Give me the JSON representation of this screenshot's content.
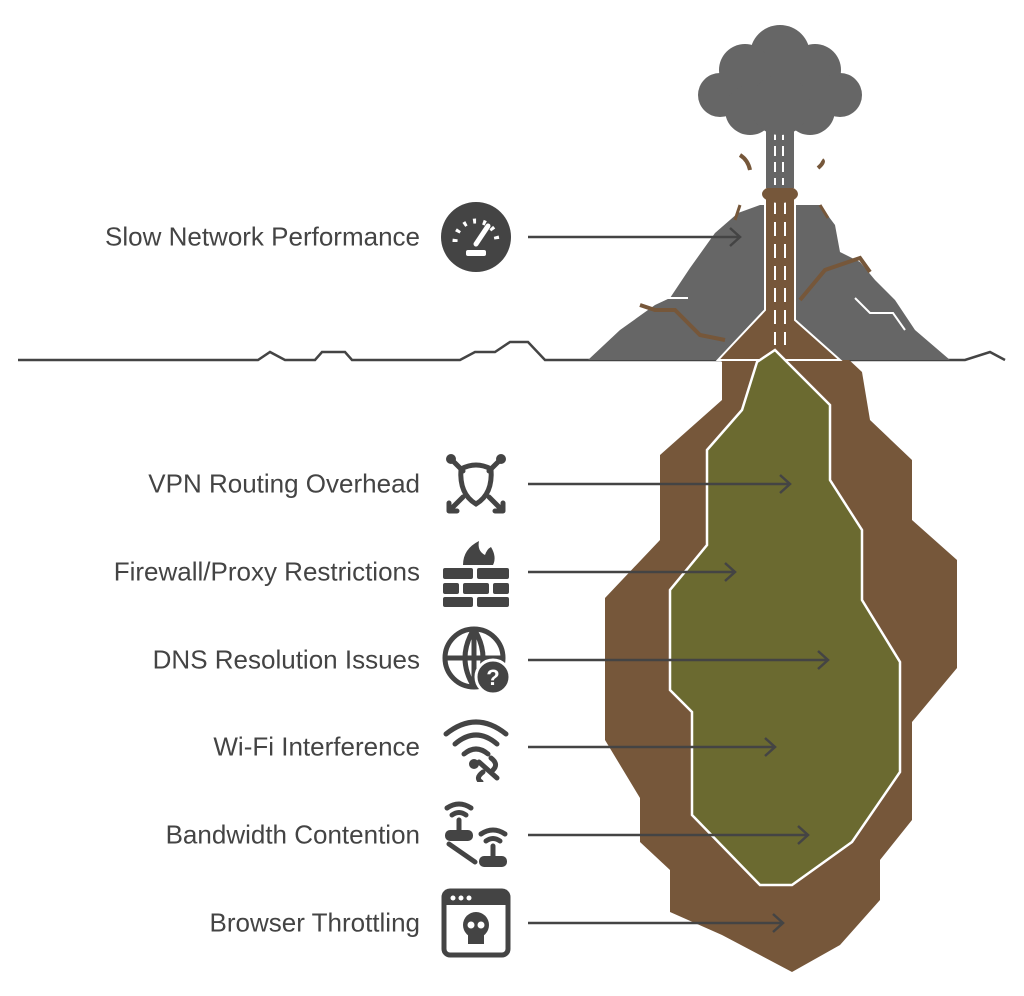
{
  "title_item": {
    "label": "Slow Network Performance",
    "icon": "speedometer-icon"
  },
  "causes": [
    {
      "label": "VPN Routing Overhead",
      "icon": "vpn-shield-network-icon"
    },
    {
      "label": "Firewall/Proxy Restrictions",
      "icon": "firewall-icon"
    },
    {
      "label": "DNS Resolution Issues",
      "icon": "globe-question-icon"
    },
    {
      "label": "Wi-Fi Interference",
      "icon": "wifi-broken-link-icon"
    },
    {
      "label": "Bandwidth Contention",
      "icon": "routers-icon"
    },
    {
      "label": "Browser Throttling",
      "icon": "browser-skull-icon"
    }
  ],
  "colors": {
    "rock": "#666666",
    "magma_chamber": "#76573a",
    "core": "#6b6a30",
    "text": "#444444"
  }
}
